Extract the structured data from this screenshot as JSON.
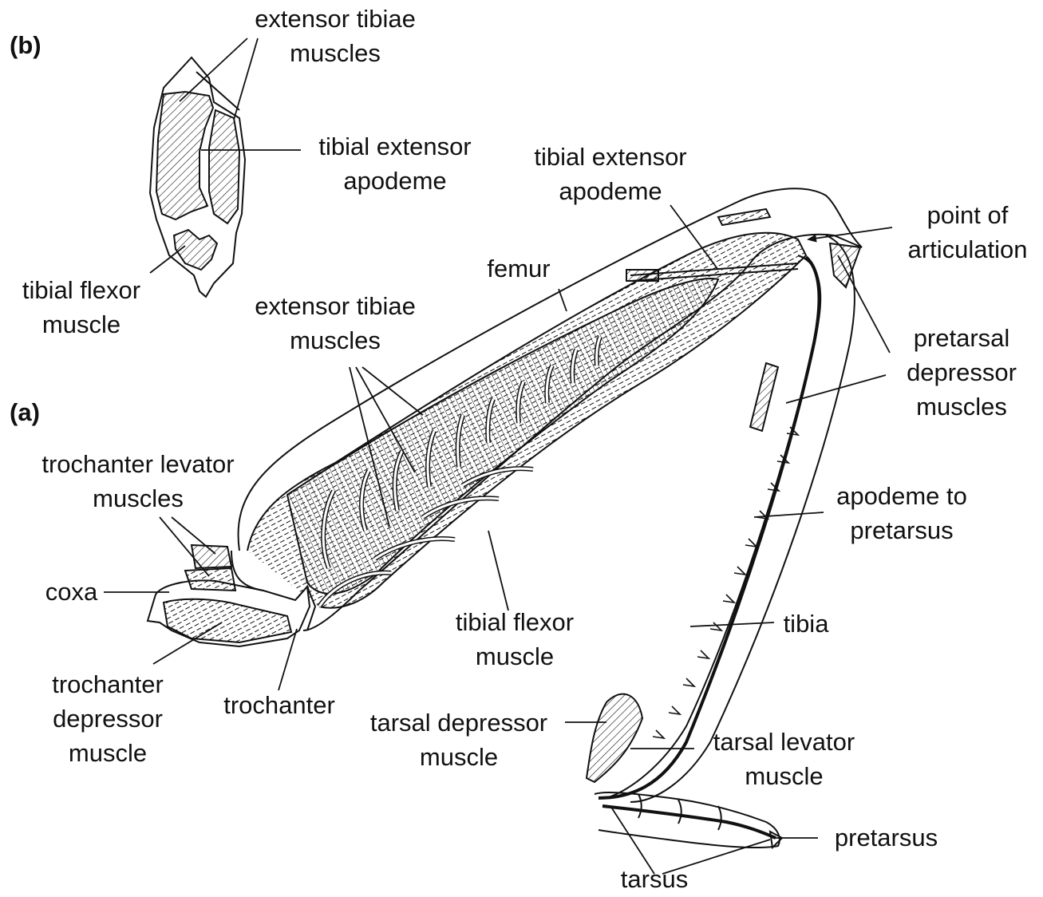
{
  "figure": {
    "panel_b": "(b)",
    "panel_a": "(a)",
    "labels": {
      "b_extensor_tibiae": [
        "extensor tibiae",
        "muscles"
      ],
      "b_tibial_extensor_apodeme": [
        "tibial extensor",
        "apodeme"
      ],
      "b_tibial_flexor": [
        "tibial flexor",
        "muscle"
      ],
      "tibial_extensor_apodeme": [
        "tibial extensor",
        "apodeme"
      ],
      "point_of_articulation": [
        "point of",
        "articulation"
      ],
      "femur": [
        "femur"
      ],
      "extensor_tibiae": [
        "extensor tibiae",
        "muscles"
      ],
      "pretarsal_depressor": [
        "pretarsal",
        "depressor",
        "muscles"
      ],
      "trochanter_levator": [
        "trochanter levator",
        "muscles"
      ],
      "coxa": [
        "coxa"
      ],
      "apodeme_to_pretarsus": [
        "apodeme to",
        "pretarsus"
      ],
      "tibia": [
        "tibia"
      ],
      "tibial_flexor": [
        "tibial flexor",
        "muscle"
      ],
      "trochanter_depressor": [
        "trochanter",
        "depressor",
        "muscle"
      ],
      "trochanter": [
        "trochanter"
      ],
      "tarsal_depressor": [
        "tarsal depressor",
        "muscle"
      ],
      "tarsal_levator": [
        "tarsal levator",
        "muscle"
      ],
      "pretarsus": [
        "pretarsus"
      ],
      "tarsus": [
        "tarsus"
      ]
    }
  }
}
